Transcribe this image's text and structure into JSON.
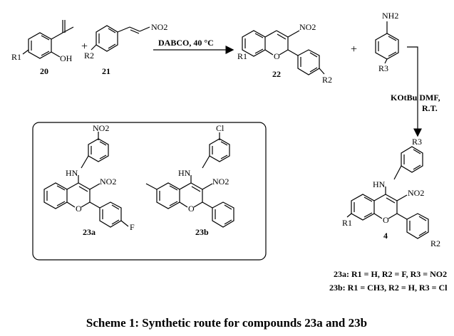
{
  "caption": "Scheme 1: Synthetic route for compounds 23a and 23b",
  "compounds": {
    "c20": {
      "number": "20",
      "oh": "OH",
      "r": "R1"
    },
    "c21": {
      "number": "21",
      "no2": "NO2",
      "r": "R2"
    },
    "c22": {
      "number": "22",
      "no2": "NO2",
      "o": "O",
      "r1": "R1",
      "r2": "R2"
    },
    "amine": {
      "nh2": "NH2",
      "r": "R3"
    },
    "c4": {
      "number": "4",
      "hn": "HN",
      "no2": "NO2",
      "o": "O",
      "r1": "R1",
      "r2": "R2",
      "r3": "R3"
    },
    "c23a": {
      "number": "23a",
      "hn": "HN",
      "no2": "NO2",
      "o": "O",
      "top": "NO2",
      "sub": "F"
    },
    "c23b": {
      "number": "23b",
      "hn": "HN",
      "no2": "NO2",
      "o": "O",
      "top": "Cl"
    }
  },
  "symbols": {
    "plus1": "+",
    "plus2": "+"
  },
  "conditions": {
    "step1": "DABCO, 40 °C",
    "step2_line1": "KOtBu DMF,",
    "step2_line2": "R.T."
  },
  "legend": {
    "a": "23a: R1 = H, R2 = F, R3 = NO2",
    "b": "23b: R1 = CH3, R2 = H, R3 = Cl"
  }
}
